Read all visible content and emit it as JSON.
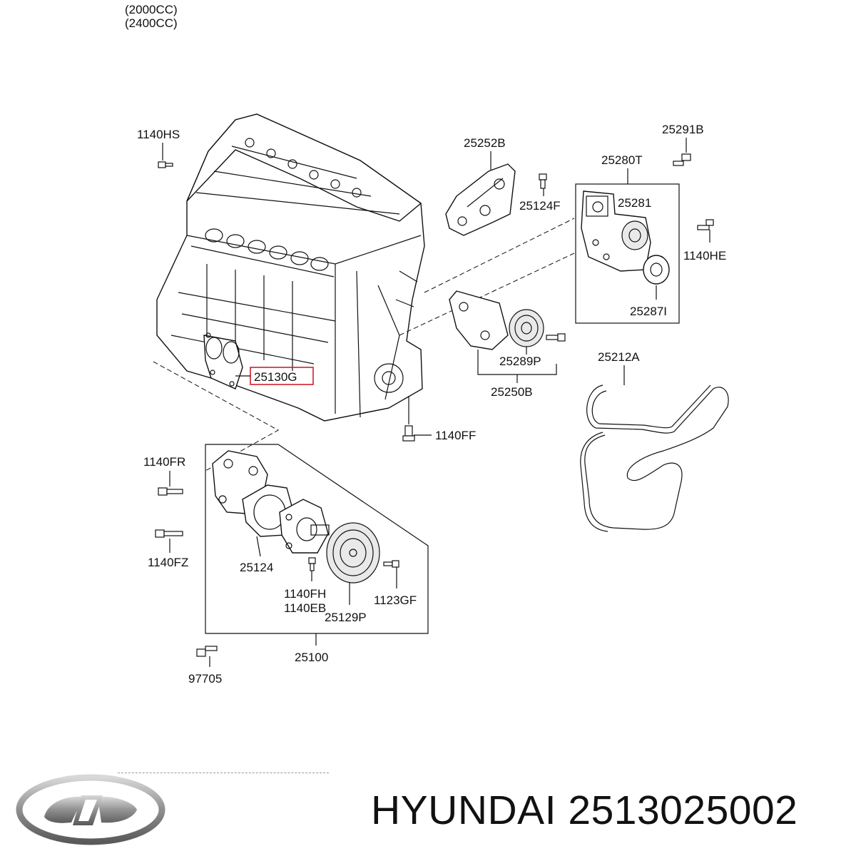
{
  "header": {
    "variant_1": "(2000CC)",
    "variant_2": "(2400CC)"
  },
  "parts": {
    "p1140HS": "1140HS",
    "p25252B": "25252B",
    "p25291B": "25291B",
    "p25280T": "25280T",
    "p25124F": "25124F",
    "p25281": "25281",
    "p1140HE": "1140HE",
    "p25287I": "25287I",
    "p25289P": "25289P",
    "p25250B": "25250B",
    "p25212A": "25212A",
    "p25130G": "25130G",
    "p1140FF": "1140FF",
    "p1140FR": "1140FR",
    "p1140FZ": "1140FZ",
    "p25124": "25124",
    "p1140FH": "1140FH",
    "p1140EB": "1140EB",
    "p1123GF": "1123GF",
    "p25129P": "25129P",
    "p25100": "25100",
    "p97705": "97705"
  },
  "highlight_color": "#d0202a",
  "brand": {
    "logo_icon": "hyundai-logo-icon",
    "title": "HYUNDAI 2513025002"
  }
}
